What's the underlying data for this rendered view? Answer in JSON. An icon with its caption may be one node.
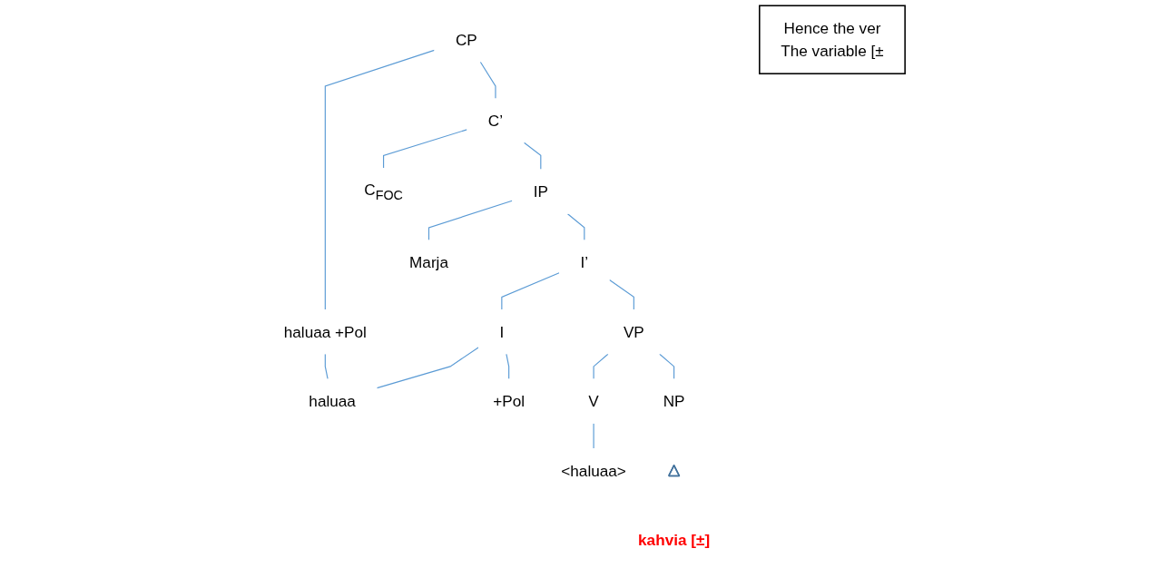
{
  "diagram": {
    "nodes": [
      {
        "text": [
          "Hence the ver",
          "The variable [±"
        ]
      },
      {
        "text": [
          "CP"
        ]
      },
      {
        "text": [
          "C’"
        ]
      },
      {
        "text": [
          "C$_{FOC}$"
        ]
      },
      {
        "text": [
          "IP"
        ]
      },
      {
        "text": [
          "haluaa +Pol"
        ]
      },
      {
        "text": [
          "Marja"
        ]
      },
      {
        "text": [
          "I’"
        ]
      },
      {
        "text": [
          "I"
        ]
      },
      {
        "text": [
          "VP"
        ]
      },
      {
        "text": [
          "haluaa"
        ]
      },
      {
        "text": [
          "+Pol"
        ]
      },
      {
        "text": [
          "V"
        ]
      },
      {
        "text": [
          "NP"
        ]
      },
      {
        "text": [],
        "shape": "triangle"
      },
      {
        "text": [
          "<haluaa>"
        ]
      },
      {
        "text": [
          "kahvia [±]"
        ]
      }
    ],
    "edges": [
      {
        "from": 1,
        "to": 5,
        "arrow": "none"
      },
      {
        "from": 1,
        "to": 2,
        "arrow": "none"
      },
      {
        "from": 2,
        "to": 3,
        "arrow": "none"
      },
      {
        "from": 2,
        "to": 4,
        "arrow": "none"
      },
      {
        "from": 4,
        "to": 6,
        "arrow": "none"
      },
      {
        "from": 4,
        "to": 7,
        "arrow": "none"
      },
      {
        "from": 7,
        "to": 8,
        "arrow": "none"
      },
      {
        "from": 7,
        "to": 9,
        "arrow": "none"
      },
      {
        "from": 8,
        "to": 10,
        "arrow": "none"
      },
      {
        "from": 8,
        "to": 11,
        "arrow": "none"
      },
      {
        "from": 9,
        "to": 12,
        "arrow": "none"
      },
      {
        "from": 9,
        "to": 13,
        "arrow": "none"
      },
      {
        "from": 12,
        "to": 15,
        "arrow": "none"
      },
      {
        "from": 5,
        "to": 10,
        "arrow": "none"
      }
    ]
  }
}
